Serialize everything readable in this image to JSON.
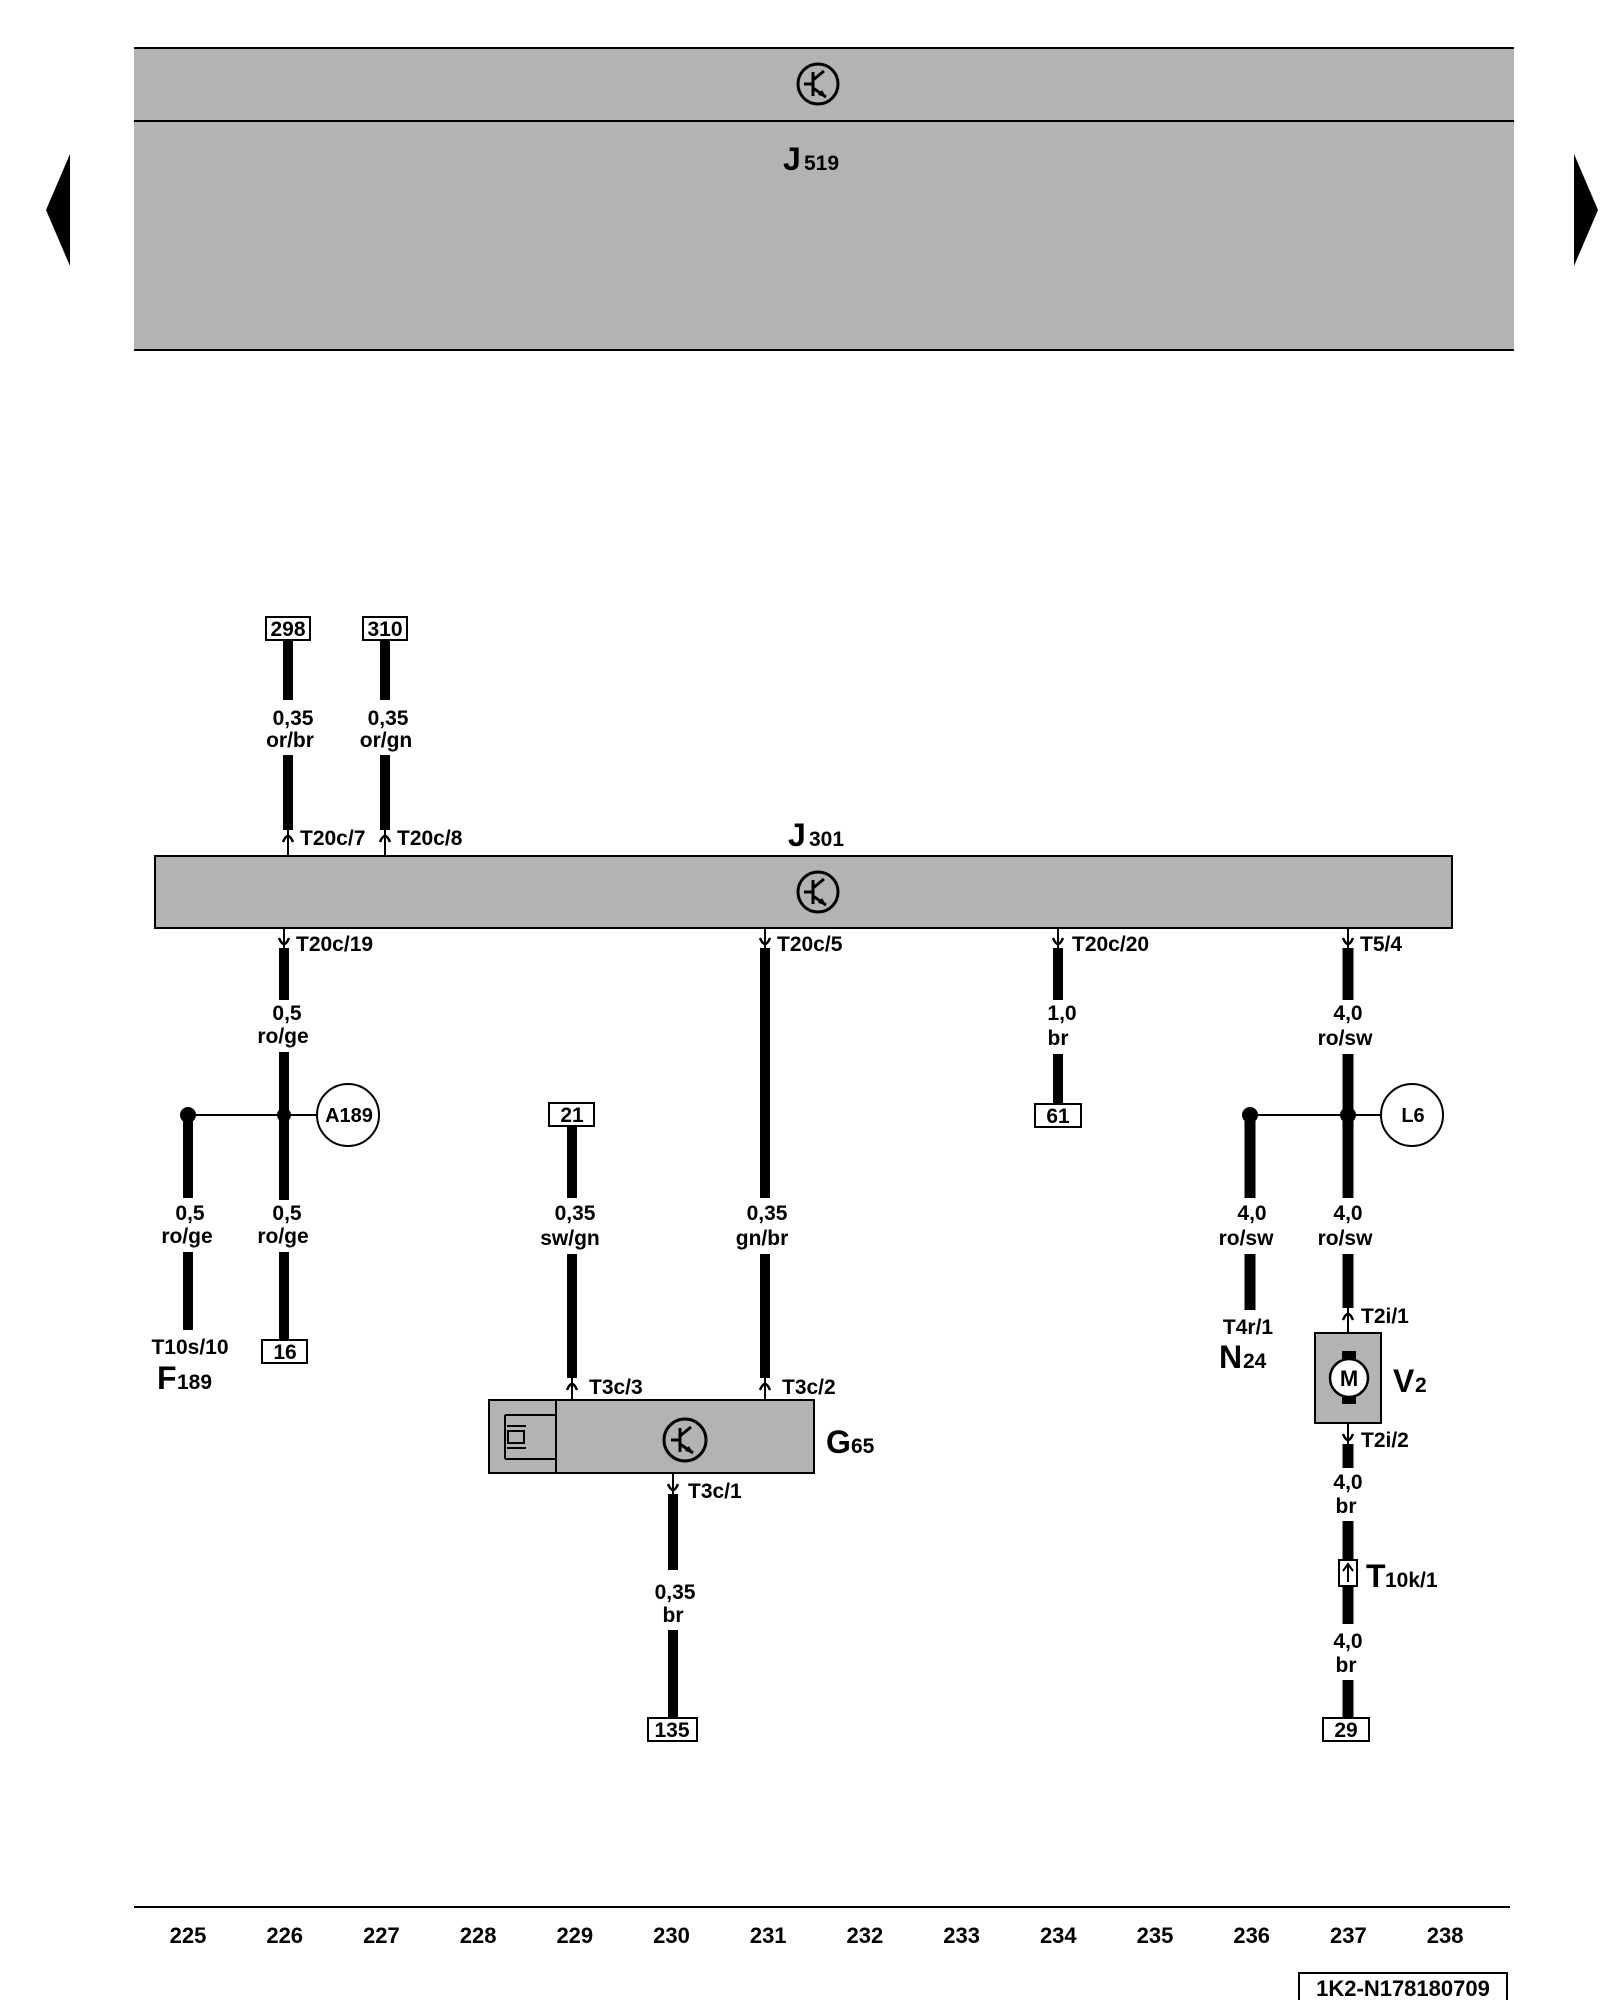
{
  "nav": {
    "prev_icon": "triangle-left-icon",
    "next_icon": "triangle-right-icon"
  },
  "top_unit": {
    "name": "J",
    "sub": "519",
    "icon": "transistor-symbol-icon"
  },
  "main_unit": {
    "name": "J",
    "sub": "301",
    "icon": "transistor-symbol-icon"
  },
  "refs": {
    "r298": "298",
    "r310": "310",
    "r21": "21",
    "r61": "61",
    "r16": "16",
    "r135": "135",
    "r29": "29"
  },
  "wires": {
    "w298": {
      "size": "0,35",
      "color": "or/br"
    },
    "w310": {
      "size": "0,35",
      "color": "or/gn"
    },
    "w19": {
      "size": "0,5",
      "color": "ro/ge"
    },
    "wF189": {
      "size": "0,5",
      "color": "ro/ge"
    },
    "w16": {
      "size": "0,5",
      "color": "ro/ge"
    },
    "w21": {
      "size": "0,35",
      "color": "sw/gn"
    },
    "w5": {
      "size": "0,35",
      "color": "gn/br"
    },
    "w135": {
      "size": "0,35",
      "color": "br"
    },
    "w20": {
      "size": "1,0",
      "color": "br"
    },
    "w54": {
      "size": "4,0",
      "color": "ro/sw"
    },
    "wN24": {
      "size": "4,0",
      "color": "ro/sw"
    },
    "wV2": {
      "size": "4,0",
      "color": "ro/sw"
    },
    "wV2b": {
      "size": "4,0",
      "color": "br"
    },
    "w29": {
      "size": "4,0",
      "color": "br"
    }
  },
  "pins": {
    "p7": "T20c/7",
    "p8": "T20c/8",
    "p19": "T20c/19",
    "p5": "T20c/5",
    "p20": "T20c/20",
    "p54": "T5/4",
    "pT3c3": "T3c/3",
    "pT3c2": "T3c/2",
    "pT3c1": "T3c/1",
    "pT2i1": "T2i/1",
    "pT2i2": "T2i/2"
  },
  "connectors": {
    "A189": "A189",
    "L6": "L6"
  },
  "components": {
    "F189": {
      "pin": "T10s/10",
      "name": "F",
      "sub": "189"
    },
    "N24": {
      "pin": "T4r/1",
      "name": "N",
      "sub": "24"
    },
    "V2": {
      "name": "V",
      "sub": "2",
      "icon": "motor-icon",
      "symbol": "M"
    },
    "G65": {
      "name": "G",
      "sub": "65",
      "icon": "transistor-symbol-icon"
    },
    "T10k": {
      "name": "T",
      "sub": "10k/1",
      "icon": "plug-connector-icon"
    }
  },
  "columns": [
    "225",
    "226",
    "227",
    "228",
    "229",
    "230",
    "231",
    "232",
    "233",
    "234",
    "235",
    "236",
    "237",
    "238"
  ],
  "doc_id": "1K2-N178180709"
}
